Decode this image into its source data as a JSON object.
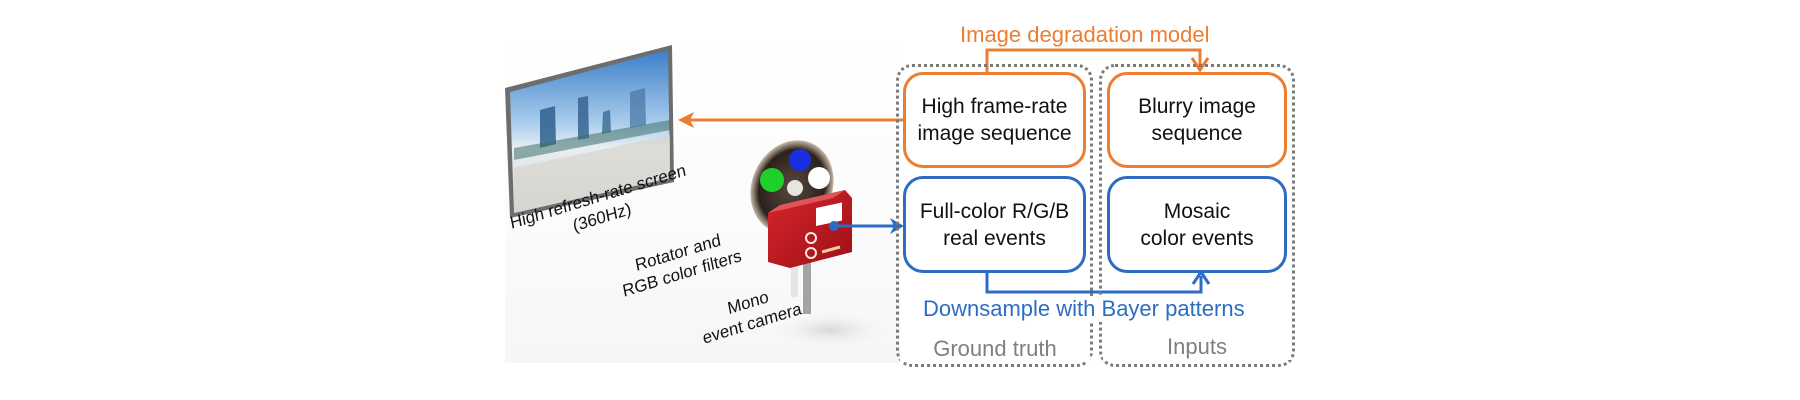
{
  "diagram": {
    "top_annotation": "Image degradation model",
    "bottom_annotation": "Downsample with Bayer patterns",
    "groups": [
      {
        "label": "Ground truth",
        "boxes": [
          {
            "line1": "High frame-rate",
            "line2": "image sequence",
            "color": "#ed7d31"
          },
          {
            "line1": "Full-color R/G/B",
            "line2": "real events",
            "color": "#2e6cc4"
          }
        ]
      },
      {
        "label": "Inputs",
        "boxes": [
          {
            "line1": "Blurry image",
            "line2": "sequence",
            "color": "#ed7d31"
          },
          {
            "line1": "Mosaic",
            "line2": "color events",
            "color": "#2e6cc4"
          }
        ]
      }
    ],
    "scene_labels": {
      "screen": {
        "line1": "High refresh-rate screen",
        "line2": "(360Hz)"
      },
      "rotator": {
        "line1": "Rotator and",
        "line2": "RGB color filters"
      },
      "camera": {
        "line1": "Mono",
        "line2": "event camera"
      }
    },
    "filter_colors": [
      "#1fd02a",
      "#1a2fe0",
      "#ffffff"
    ],
    "colors": {
      "orange": "#ed7d31",
      "blue": "#2e6cc4",
      "gray": "#7f7f7f",
      "camera_red": "#b3141c"
    }
  }
}
